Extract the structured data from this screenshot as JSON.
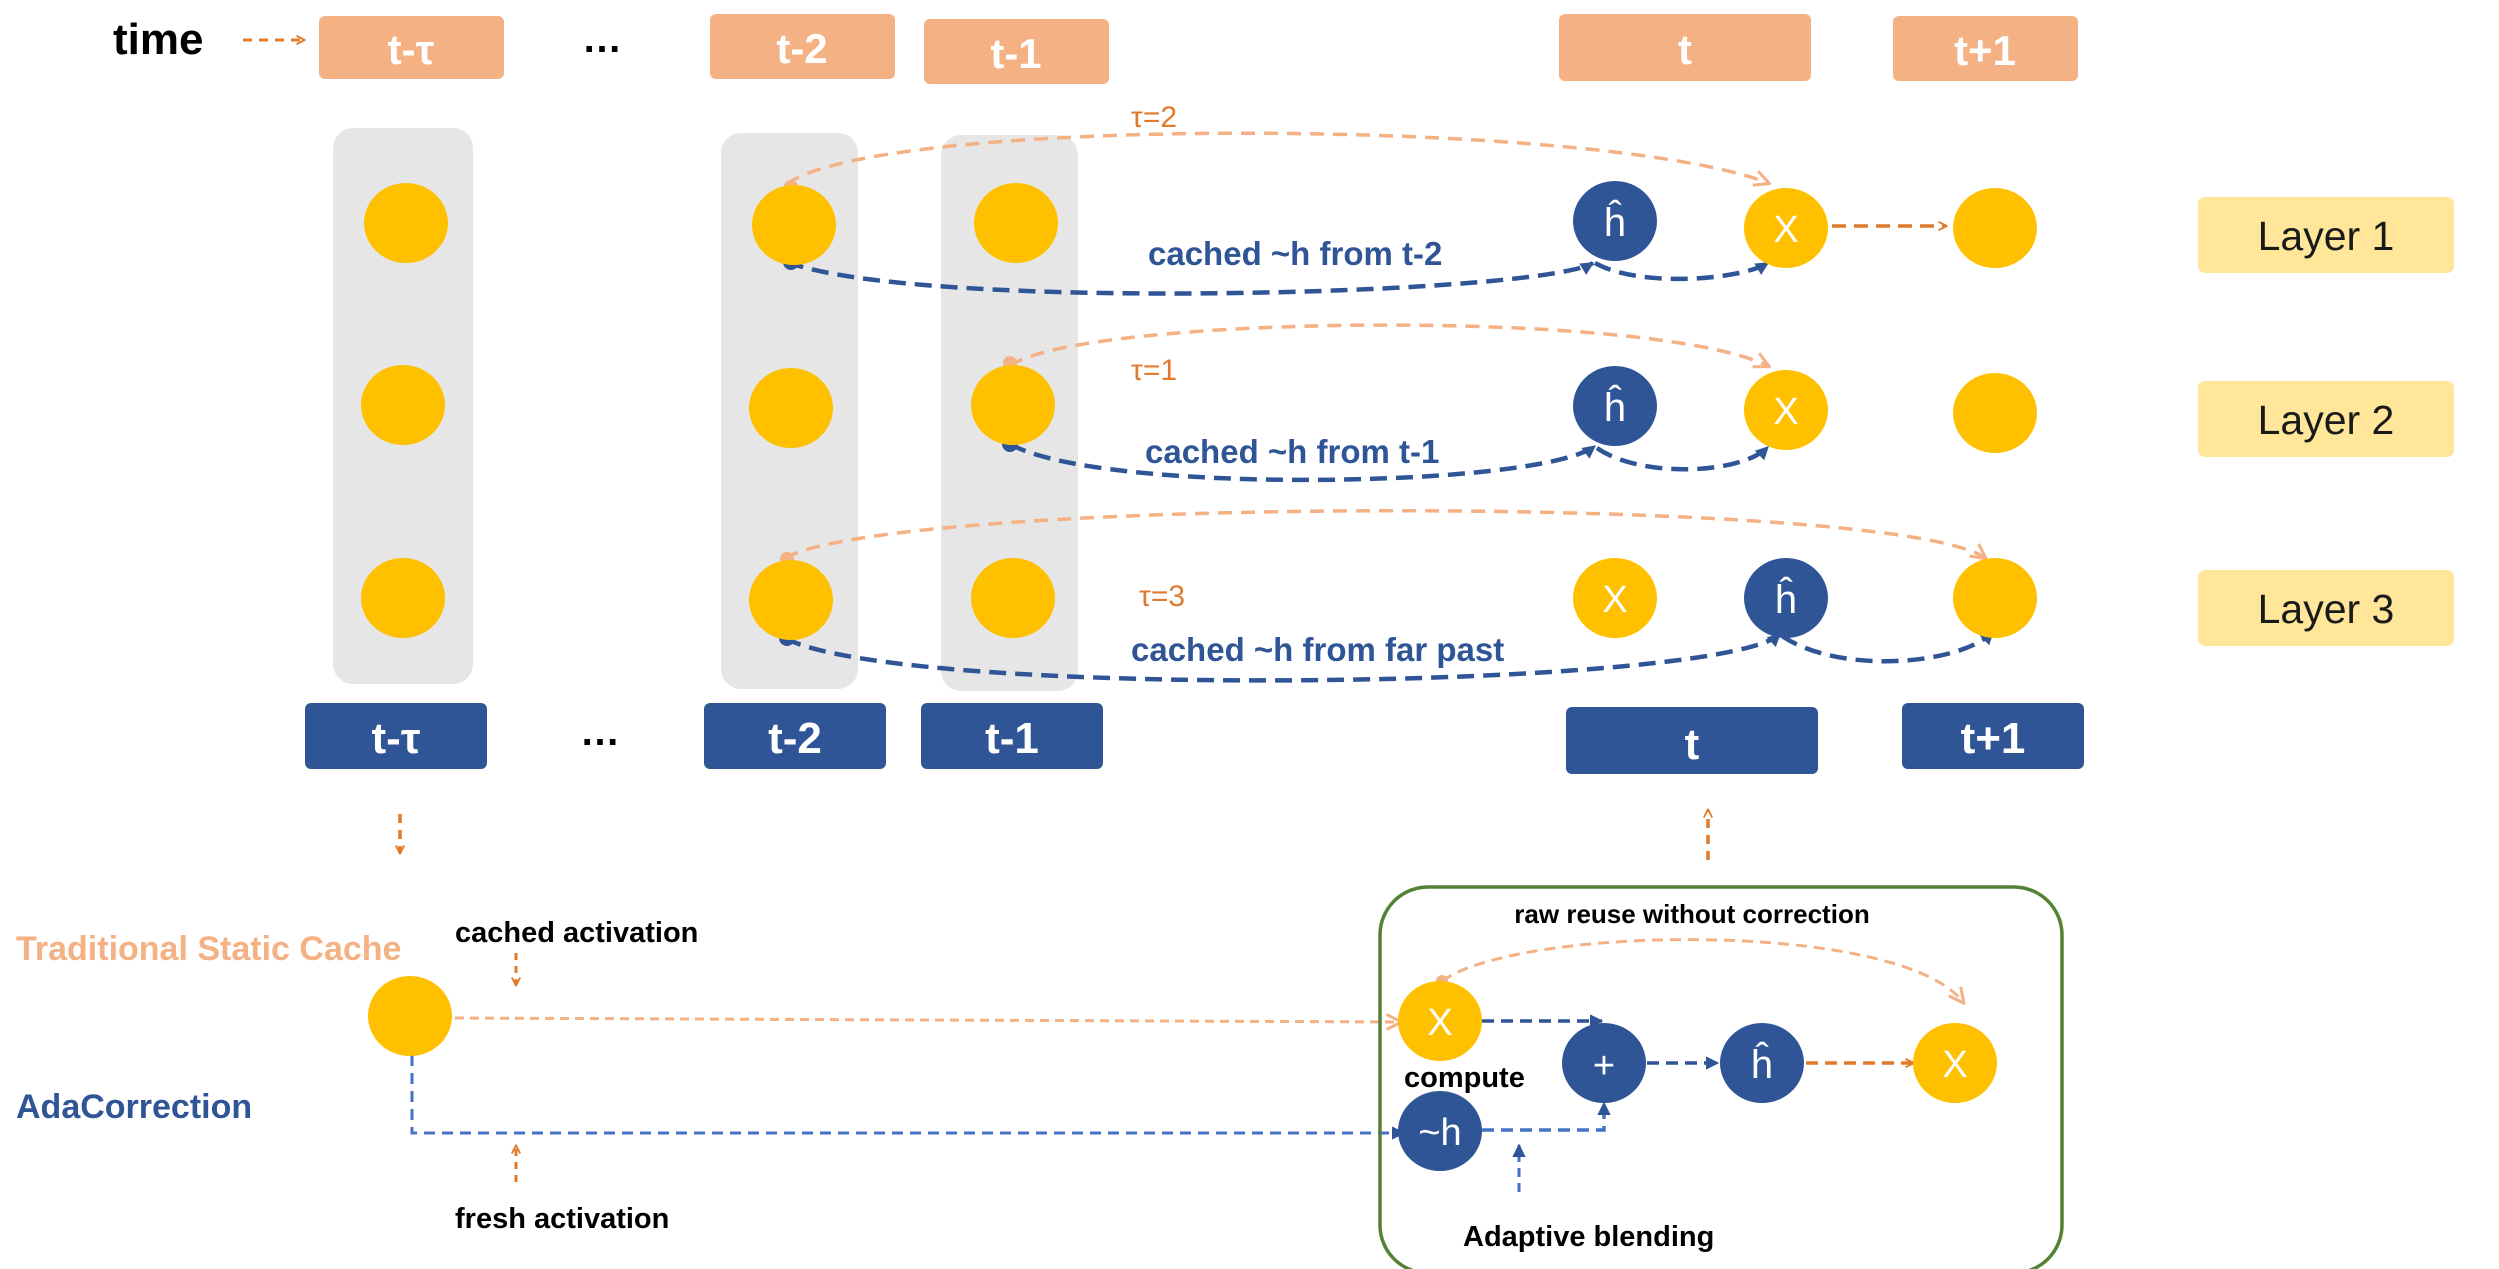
{
  "time_axis": {
    "label": "time",
    "top_steps": [
      "t-τ",
      "t-2",
      "t-1",
      "t",
      "t+1"
    ],
    "bottom_steps": [
      "t-τ",
      "t-2",
      "t-1",
      "t",
      "t+1"
    ],
    "ellipsis": "…"
  },
  "layers": [
    "Layer 1",
    "Layer 2",
    "Layer 3"
  ],
  "tau_labels": [
    "τ=2",
    "τ=1",
    "τ=3"
  ],
  "cache_labels": [
    "cached ~h from t-2",
    "cached ~h from t-1",
    "cached ~h from far past"
  ],
  "symbols": {
    "x": "X",
    "h_check": "ĥ",
    "plus": "+",
    "h_tilde": "~h"
  },
  "legend": {
    "traditional": "Traditional Static Cache",
    "ada": "AdaCorrection",
    "cached_activation": "cached activation",
    "fresh_activation": "fresh activation"
  },
  "detail_box": {
    "raw_reuse": "raw reuse without correction",
    "compute": "compute",
    "adaptive_blending": "Adaptive blending"
  },
  "colors": {
    "orange_box": "#f4b183",
    "blue_box": "#2f5597",
    "yellow_node": "#ffc000",
    "layer_box": "#ffe699",
    "grey_column": "#e6e6e6",
    "orange_dash": "#f4b183",
    "orange_arrow": "#e07a2c",
    "blue_dash": "#2f5597",
    "green_border": "#548235"
  }
}
